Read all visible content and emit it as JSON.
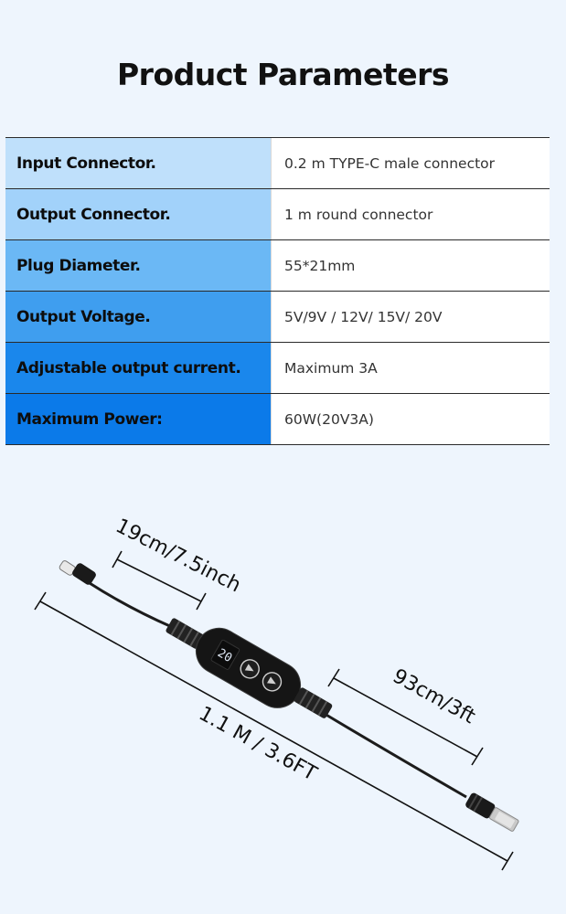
{
  "title": "Product Parameters",
  "parameters": [
    {
      "label": "Input Connector.",
      "value": "0.2 m TYPE-C male connector"
    },
    {
      "label": "Output Connector.",
      "value": "1 m round connector"
    },
    {
      "label": "Plug Diameter.",
      "value": "55*21mm"
    },
    {
      "label": "Output Voltage.",
      "value": "5V/9V / 12V/ 15V/ 20V"
    },
    {
      "label": "Adjustable output current.",
      "value": "Maximum 3A"
    },
    {
      "label": "Maximum Power:",
      "value": "60W(20V3A)"
    }
  ],
  "dimensions": {
    "input_cable": "19cm/7.5inch",
    "output_cable": "93cm/3ft",
    "total": "1.1 M / 3.6FT"
  },
  "display_reading": "20"
}
